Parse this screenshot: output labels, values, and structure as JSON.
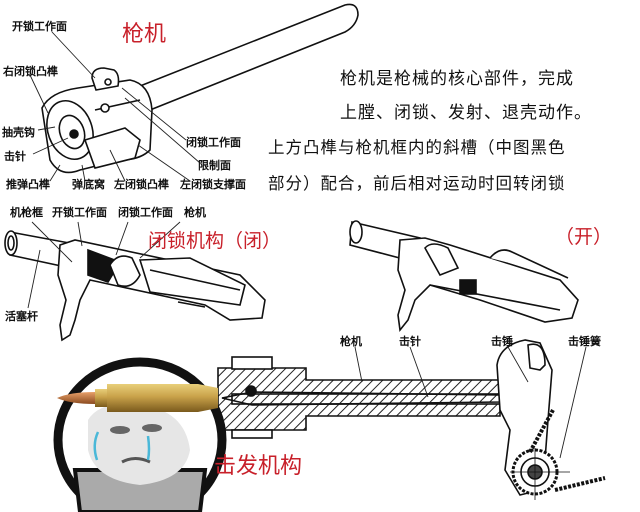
{
  "titles": {
    "bolt": "枪机",
    "locking_closed": "闭锁机构（闭）",
    "locking_open": "（开）",
    "firing": "击发机构"
  },
  "description": {
    "line1": "枪机是枪械的核心部件，完成",
    "line2": "上膛、闭锁、发射、退壳动作。",
    "line3": "上方凸榫与枪机框内的斜槽（中图黑色",
    "line4": "部分）配合，前后相对运动时回转闭锁"
  },
  "bolt_labels": {
    "unlock_surface": "开锁工作面",
    "right_lug": "右闭锁凸榫",
    "extractor": "抽壳钩",
    "firing_pin": "击针",
    "ejector_lug": "推弹凸榫",
    "case_head_recess": "弹底窝",
    "left_lug": "左闭锁凸榫",
    "left_support": "左闭锁支撑面",
    "lock_surface": "闭锁工作面",
    "limit_surface": "限制面"
  },
  "locking_labels": {
    "bolt_carrier": "机枪框",
    "unlock_surface": "开锁工作面",
    "lock_surface": "闭锁工作面",
    "bolt": "枪机",
    "piston_rod": "活塞杆"
  },
  "firing_labels": {
    "bolt": "枪机",
    "firing_pin": "击针",
    "hammer": "击锤",
    "hammer_spring": "击锤簧"
  },
  "colors": {
    "title_red": "#c8202a",
    "line": "#111111",
    "brass": "#c9a24a",
    "tear": "#4ab8d8"
  }
}
